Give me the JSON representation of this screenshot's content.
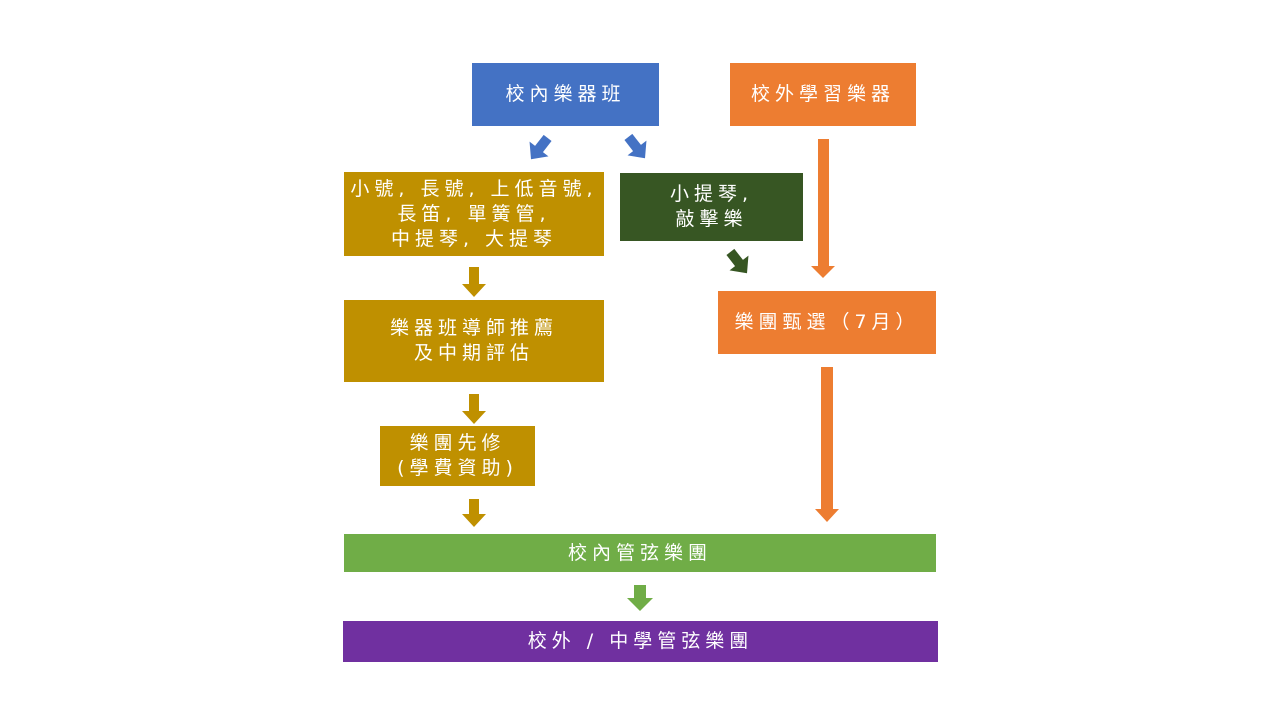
{
  "nodes": {
    "school_class": "校內樂器班",
    "outside_learning": "校外學習樂器",
    "brass_group": "小號, 長號, 上低音號,\n長笛, 單簧管,\n中提琴, 大提琴",
    "violin_percussion": "小提琴,\n敲擊樂",
    "teacher_recommend": "樂器班導師推薦\n及中期評估",
    "audition": "樂團甄選（7月）",
    "pre_course": "樂團先修\n(學費資助)",
    "school_orchestra": "校內管弦樂團",
    "outside_orchestra": "校外 / 中學管弦樂團"
  },
  "colors": {
    "blue": "#4472c4",
    "orange": "#ed7d31",
    "gold": "#bf9000",
    "dark_green": "#375623",
    "green": "#70ad47",
    "purple": "#7030a0"
  }
}
